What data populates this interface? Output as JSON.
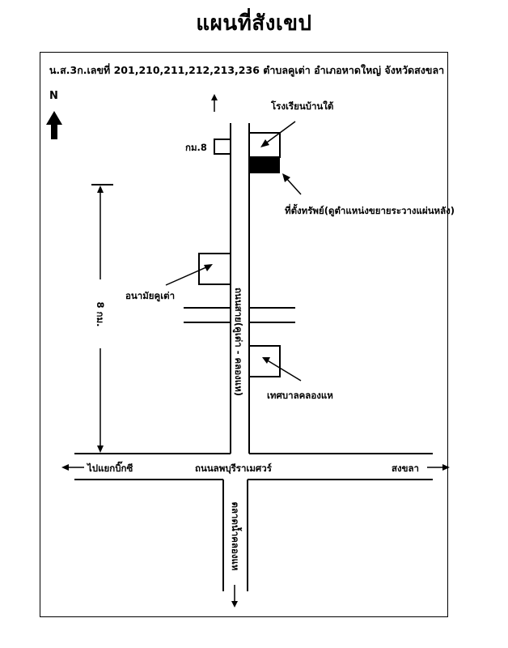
{
  "title": "แผนที่สังเขป",
  "deed_text": "น.ส.3ก.เลขที่ 201,210,211,212,213,236 ตำบลคูเต่า อำเภอหาดใหญ่ จังหวัดสงขลา",
  "north_label": "N",
  "labels": {
    "school": "โรงเรียนบ้านใต้",
    "km_marker": "กม.8",
    "property": "ที่ตั้งทรัพย์(ดูตำแหน่งขยายระวางแผ่นหลัง)",
    "health_center": "อนามัยคูเต่า",
    "road_vertical": "ถนนสาย(คูเต่า - คลองแห)",
    "municipality": "เทศบาลคลองแห",
    "distance": "8 กม.",
    "to_bigc": "ไปแยกบิ๊กซี",
    "main_road": "ถนนลพบุรีราเมศวร์",
    "to_songkhla": "สงขลา",
    "market": "ตลาดน้ำคลองแห"
  },
  "colors": {
    "ink": "#000000",
    "paper": "#ffffff"
  }
}
